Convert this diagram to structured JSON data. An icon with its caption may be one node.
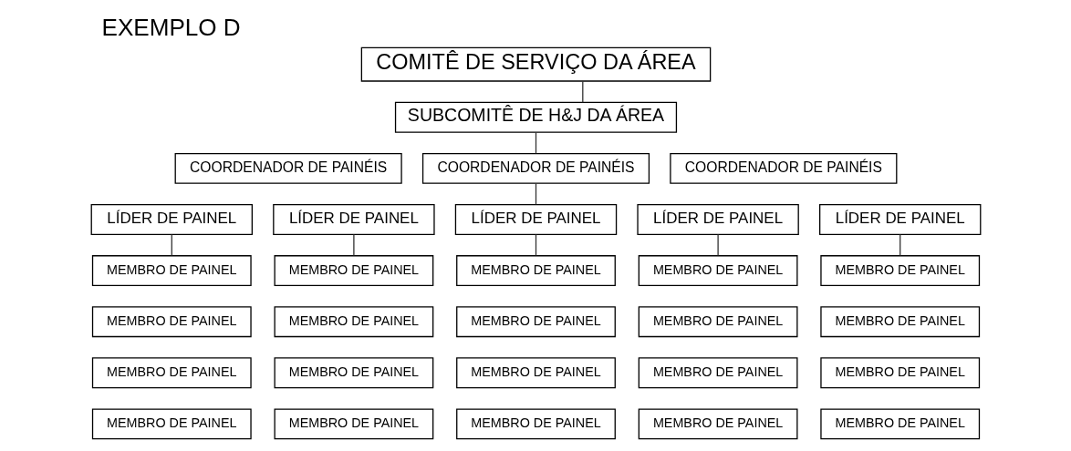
{
  "diagram": {
    "title": "EXEMPLO D",
    "nodes": [
      {
        "text": [
          "COMITÊ DE SERVIÇO DA ÁREA"
        ]
      },
      {
        "text": [
          "SUBCOMITÊ DE H&J DA ÁREA"
        ]
      },
      {
        "text": [
          "COORDENADOR DE PAINÉIS"
        ]
      },
      {
        "text": [
          "COORDENADOR DE PAINÉIS"
        ]
      },
      {
        "text": [
          "COORDENADOR DE PAINÉIS"
        ]
      },
      {
        "text": [
          "LÍDER DE PAINEL"
        ]
      },
      {
        "text": [
          "LÍDER DE PAINEL"
        ]
      },
      {
        "text": [
          "LÍDER DE PAINEL"
        ]
      },
      {
        "text": [
          "LÍDER DE PAINEL"
        ]
      },
      {
        "text": [
          "LÍDER DE PAINEL"
        ]
      },
      {
        "text": [
          "MEMBRO DE PAINEL"
        ]
      },
      {
        "text": [
          "MEMBRO DE PAINEL"
        ]
      },
      {
        "text": [
          "MEMBRO DE PAINEL"
        ]
      },
      {
        "text": [
          "MEMBRO DE PAINEL"
        ]
      },
      {
        "text": [
          "MEMBRO DE PAINEL"
        ]
      },
      {
        "text": [
          "MEMBRO DE PAINEL"
        ]
      },
      {
        "text": [
          "MEMBRO DE PAINEL"
        ]
      },
      {
        "text": [
          "MEMBRO DE PAINEL"
        ]
      },
      {
        "text": [
          "MEMBRO DE PAINEL"
        ]
      },
      {
        "text": [
          "MEMBRO DE PAINEL"
        ]
      },
      {
        "text": [
          "MEMBRO DE PAINEL"
        ]
      },
      {
        "text": [
          "MEMBRO DE PAINEL"
        ]
      },
      {
        "text": [
          "MEMBRO DE PAINEL"
        ]
      },
      {
        "text": [
          "MEMBRO DE PAINEL"
        ]
      },
      {
        "text": [
          "MEMBRO DE PAINEL"
        ]
      },
      {
        "text": [
          "MEMBRO DE PAINEL"
        ]
      },
      {
        "text": [
          "MEMBRO DE PAINEL"
        ]
      },
      {
        "text": [
          "MEMBRO DE PAINEL"
        ]
      },
      {
        "text": [
          "MEMBRO DE PAINEL"
        ]
      },
      {
        "text": [
          "MEMBRO DE PAINEL"
        ]
      }
    ],
    "edges": [
      {
        "from": 0,
        "to": 1,
        "arrow": "none"
      },
      {
        "from": 1,
        "to": 3,
        "arrow": "none"
      },
      {
        "from": 3,
        "to": 7,
        "arrow": "none"
      },
      {
        "from": 5,
        "to": 10,
        "arrow": "none"
      },
      {
        "from": 6,
        "to": 11,
        "arrow": "none"
      },
      {
        "from": 7,
        "to": 12,
        "arrow": "none"
      },
      {
        "from": 8,
        "to": 13,
        "arrow": "none"
      },
      {
        "from": 9,
        "to": 14,
        "arrow": "none"
      }
    ]
  }
}
